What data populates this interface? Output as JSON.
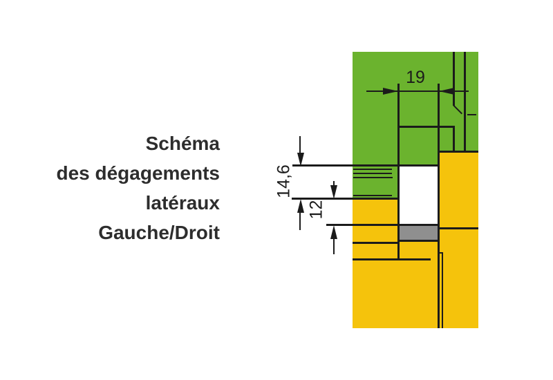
{
  "title": {
    "lines": [
      "Schéma",
      "des dégagements",
      "latéraux",
      "Gauche/Droit"
    ]
  },
  "dims": {
    "d19": "19",
    "d146": "14,6",
    "d12": "12"
  },
  "colors": {
    "green": "#6bb32e",
    "yellow": "#f5c30c",
    "gray": "#8f8f8f",
    "line": "#1b1b1b",
    "text": "#2d2d2d"
  }
}
